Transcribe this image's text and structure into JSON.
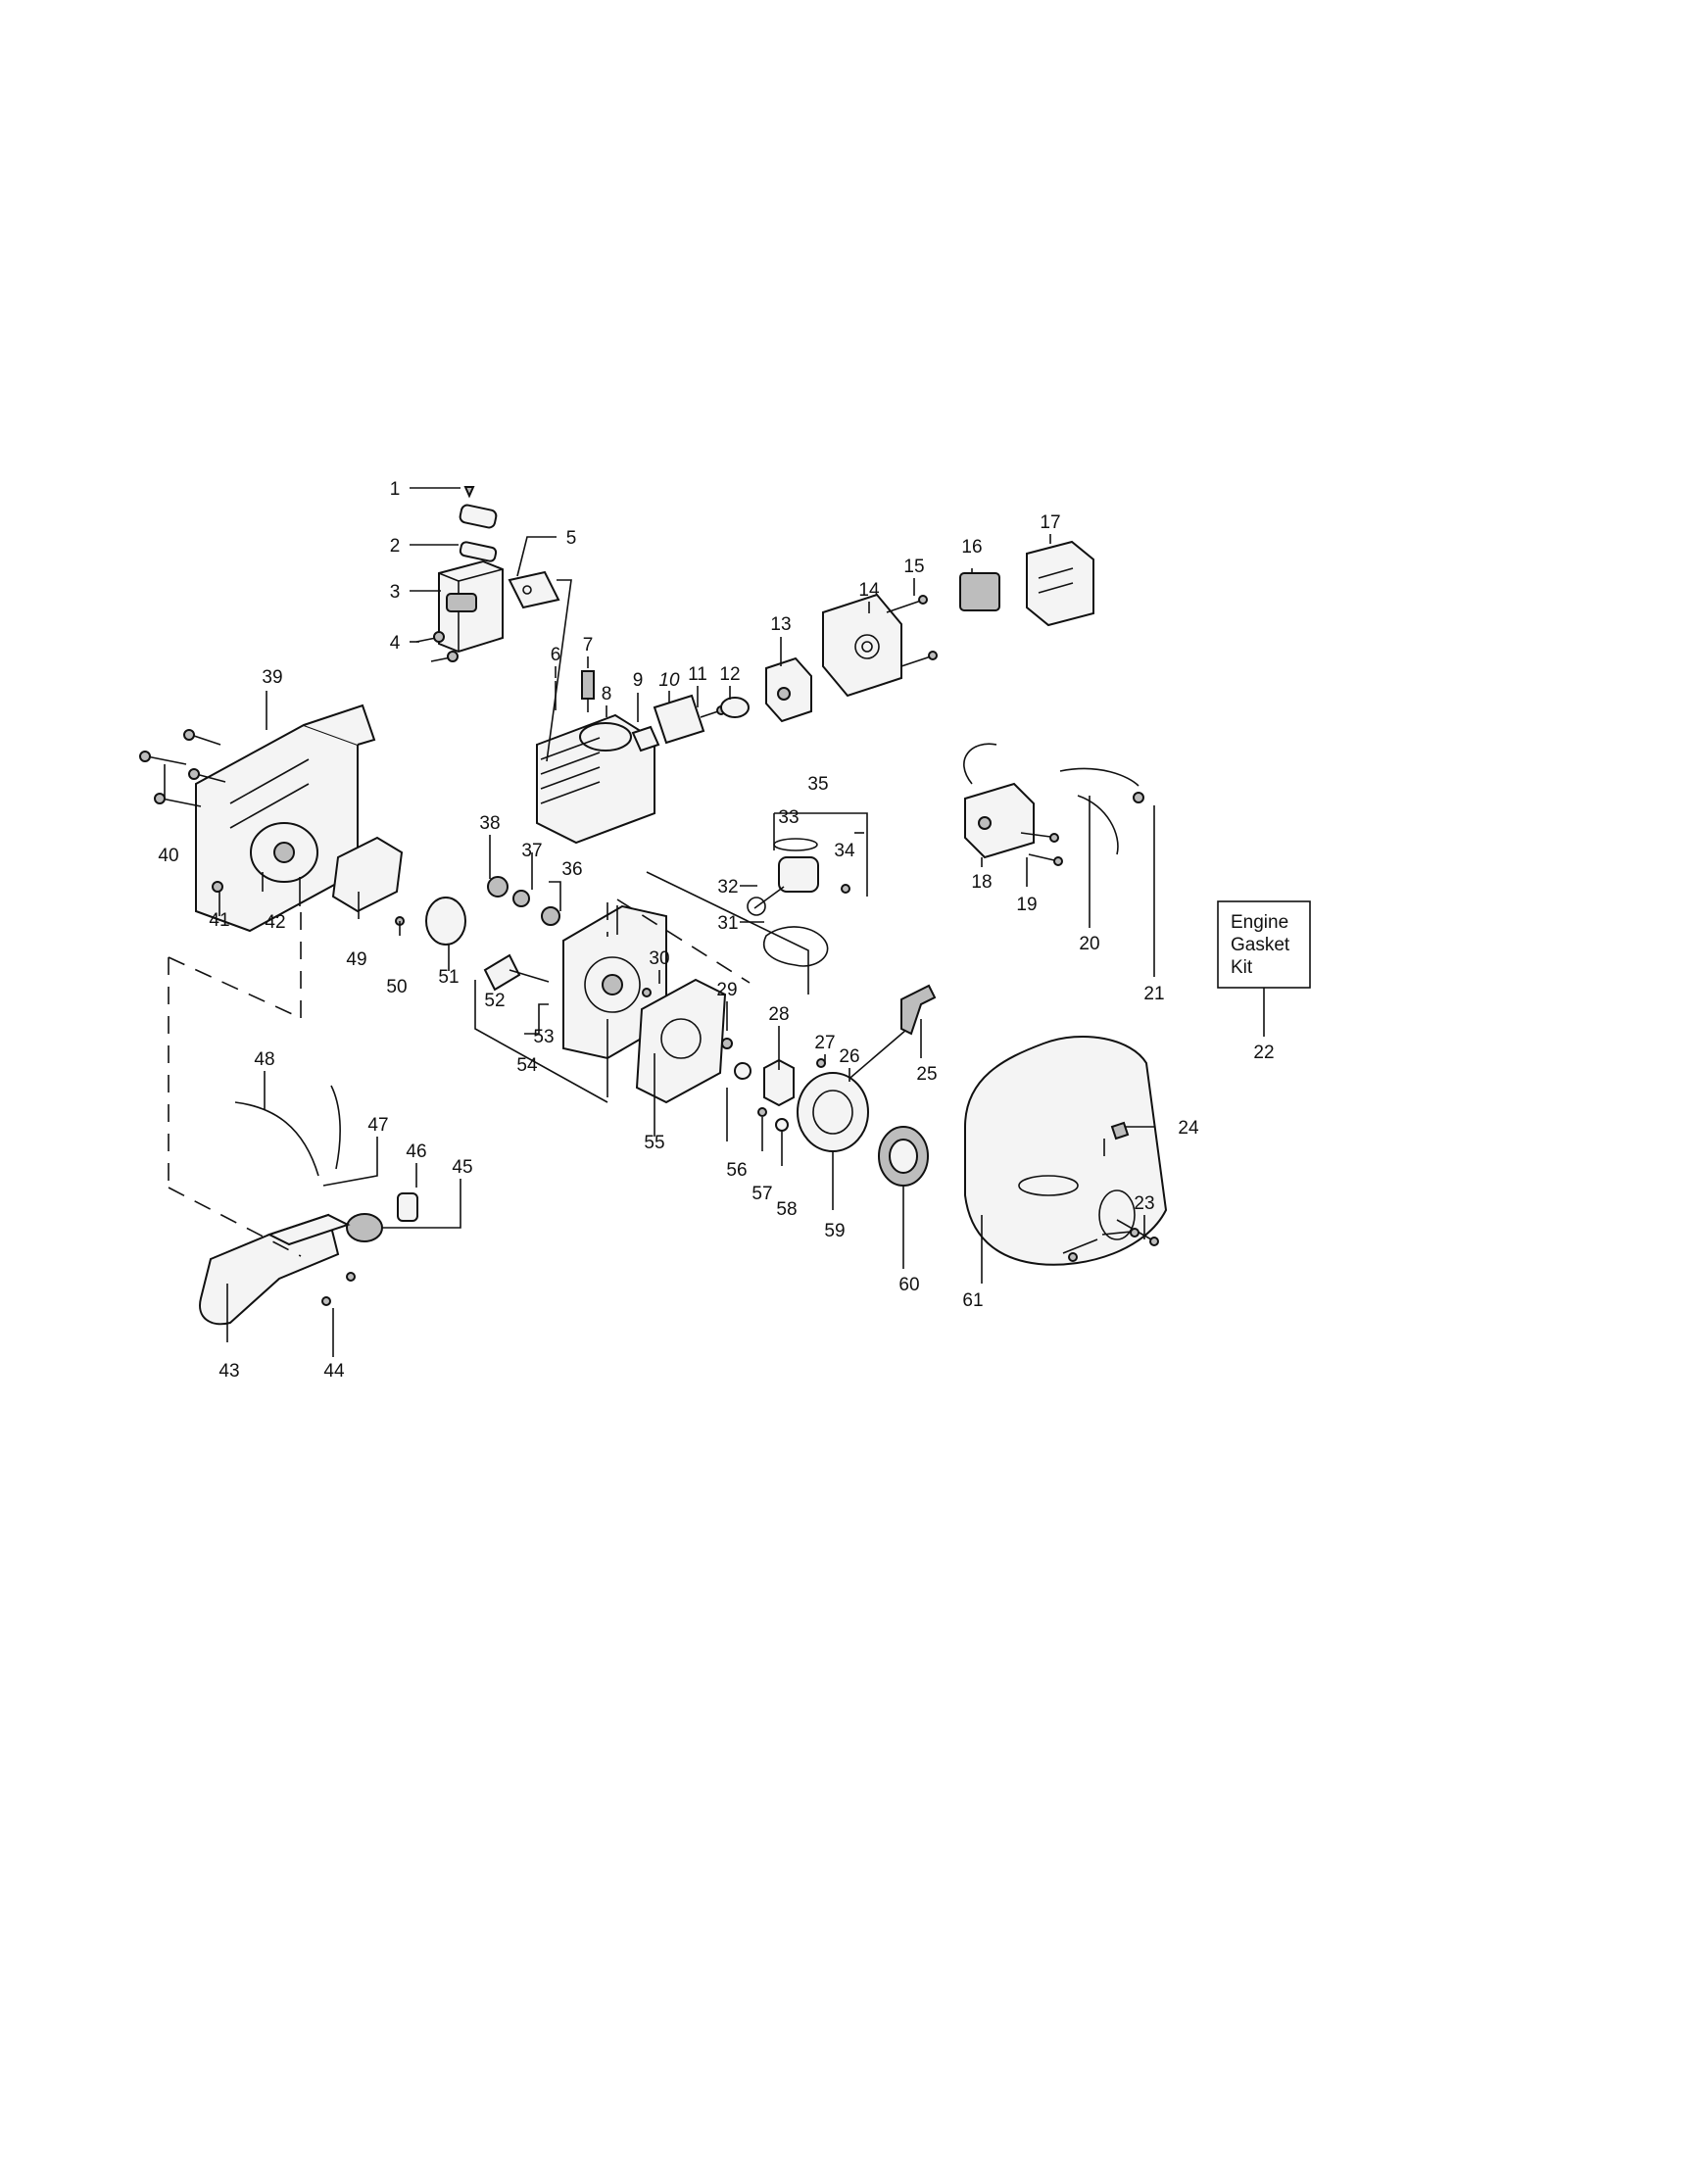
{
  "labels": {
    "p1": "1",
    "p2": "2",
    "p3": "3",
    "p4": "4",
    "p5": "5",
    "p6": "6",
    "p7": "7",
    "p8": "8",
    "p9": "9",
    "p10": "10",
    "p11": "11",
    "p12": "12",
    "p13": "13",
    "p14": "14",
    "p15": "15",
    "p16": "16",
    "p17": "17",
    "p18": "18",
    "p19": "19",
    "p20": "20",
    "p21": "21",
    "p22": "22",
    "p23": "23",
    "p24": "24",
    "p25": "25",
    "p26": "26",
    "p27": "27",
    "p28": "28",
    "p29": "29",
    "p30": "30",
    "p31": "31",
    "p32": "32",
    "p33": "33",
    "p34": "34",
    "p35": "35",
    "p36": "36",
    "p37": "37",
    "p38": "38",
    "p39": "39",
    "p40": "40",
    "p41": "41",
    "p42": "42",
    "p43": "43",
    "p44": "44",
    "p45": "45",
    "p46": "46",
    "p47": "47",
    "p48": "48",
    "p49": "49",
    "p50": "50",
    "p51": "51",
    "p52": "52",
    "p53": "53",
    "p54": "54",
    "p55": "55",
    "p56": "56",
    "p57": "57",
    "p58": "58",
    "p59": "59",
    "p60": "60",
    "p61": "61"
  },
  "kit_box": {
    "line1": "Engine",
    "line2": "Gasket",
    "line3": "Kit"
  }
}
